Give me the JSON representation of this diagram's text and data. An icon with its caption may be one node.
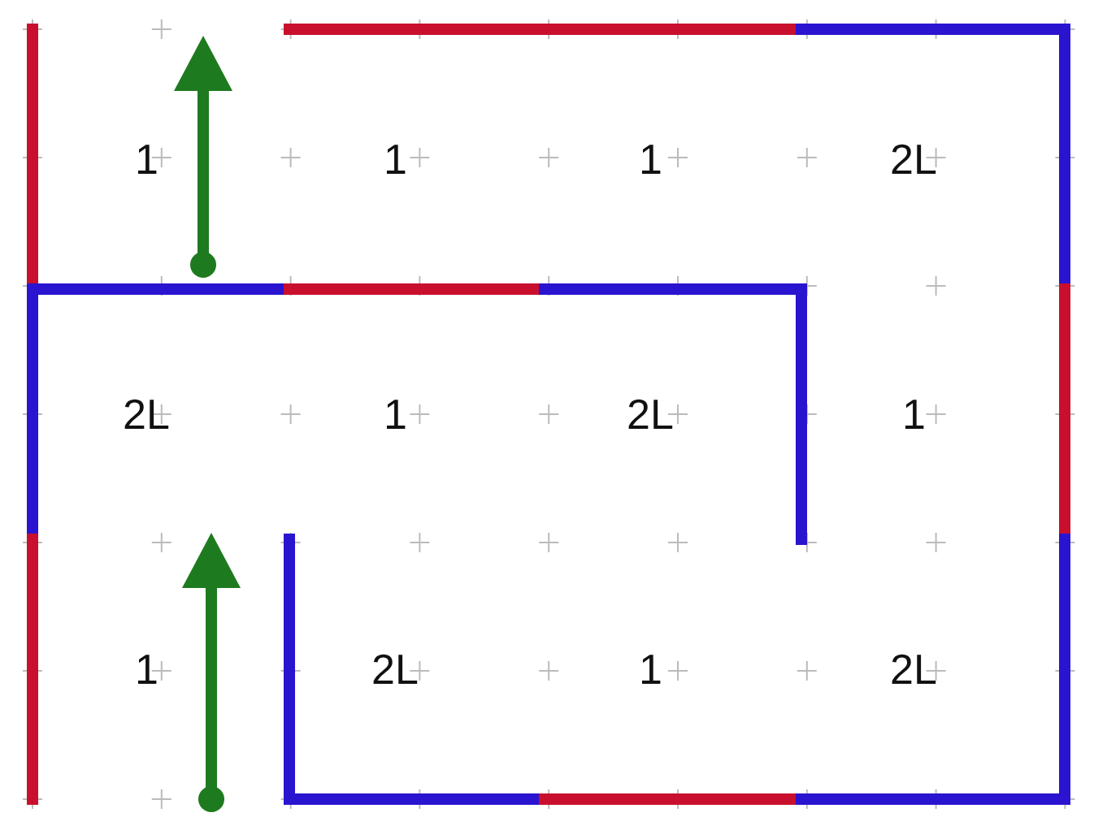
{
  "diagram": {
    "labels": [
      "1",
      "1",
      "1",
      "2L",
      "2L",
      "1",
      "2L",
      "1",
      "1",
      "2L",
      "1",
      "2L"
    ]
  }
}
